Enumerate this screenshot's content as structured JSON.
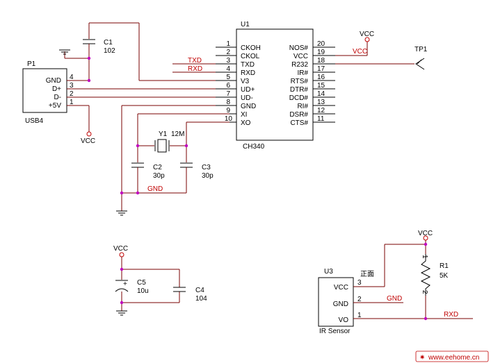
{
  "p1": {
    "ref": "P1",
    "name": "USB4",
    "pin_names": [
      "GND",
      "D+",
      "D-",
      "+5V"
    ],
    "pin_nums": [
      "4",
      "3",
      "2",
      "1"
    ]
  },
  "c1": {
    "ref": "C1",
    "value": "102"
  },
  "u1": {
    "ref": "U1",
    "name": "CH340",
    "left_pins": [
      {
        "num": "1",
        "name": "CKOH"
      },
      {
        "num": "2",
        "name": "CKOL"
      },
      {
        "num": "3",
        "name": "TXD"
      },
      {
        "num": "4",
        "name": "RXD"
      },
      {
        "num": "5",
        "name": "V3"
      },
      {
        "num": "6",
        "name": "UD+"
      },
      {
        "num": "7",
        "name": "UD-"
      },
      {
        "num": "8",
        "name": "GND"
      },
      {
        "num": "9",
        "name": "XI"
      },
      {
        "num": "10",
        "name": "XO"
      }
    ],
    "right_pins": [
      {
        "num": "20",
        "name": "NOS#"
      },
      {
        "num": "19",
        "name": "VCC"
      },
      {
        "num": "18",
        "name": "R232"
      },
      {
        "num": "17",
        "name": "IR#"
      },
      {
        "num": "16",
        "name": "RTS#"
      },
      {
        "num": "15",
        "name": "DTR#"
      },
      {
        "num": "14",
        "name": "DCD#"
      },
      {
        "num": "13",
        "name": "RI#"
      },
      {
        "num": "12",
        "name": "DSR#"
      },
      {
        "num": "11",
        "name": "CTS#"
      }
    ]
  },
  "nets": {
    "txd": "TXD",
    "rxd": "RXD",
    "vcc": "VCC",
    "gnd": "GND"
  },
  "tp1": {
    "ref": "TP1"
  },
  "y1": {
    "ref": "Y1",
    "value": "12M"
  },
  "c2": {
    "ref": "C2",
    "value": "30p"
  },
  "c3": {
    "ref": "C3",
    "value": "30p"
  },
  "c5": {
    "ref": "C5",
    "value": "10u",
    "polarity": "+"
  },
  "c4": {
    "ref": "C4",
    "value": "104"
  },
  "r1": {
    "ref": "R1",
    "value": "5K",
    "pin1": "1",
    "pin2": "2"
  },
  "u3": {
    "ref": "U3",
    "name": "IR Sensor",
    "annotation": "正面",
    "pins": [
      {
        "num": "3",
        "name": "VCC"
      },
      {
        "num": "2",
        "name": "GND"
      },
      {
        "num": "1",
        "name": "VO"
      }
    ]
  },
  "watermark": "www.eehome.cn"
}
